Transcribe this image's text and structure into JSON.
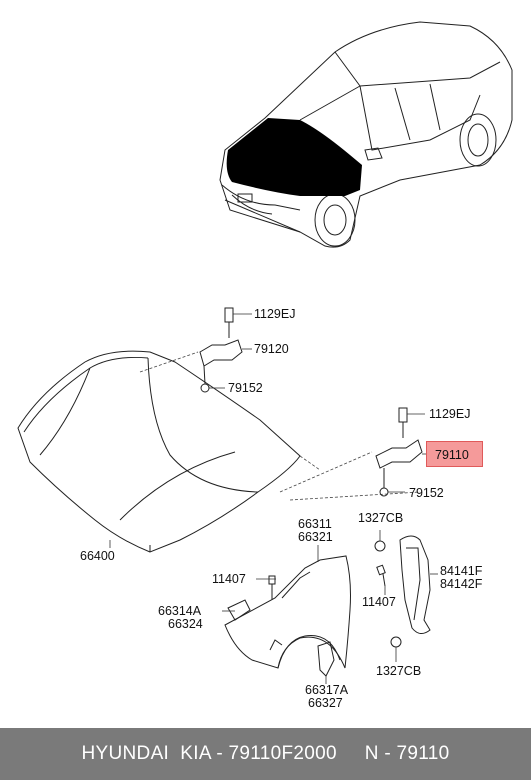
{
  "parts": {
    "bolt_upper_left": "1129EJ",
    "hinge_left": "79120",
    "nut_left": "79152",
    "bolt_right": "1129EJ",
    "hinge_right": "79110",
    "nut_right": "79152",
    "hood": "66400",
    "fender_1": "66311",
    "fender_2": "66321",
    "clip_top": "1327CB",
    "bolt_fender": "11407",
    "bolt_fender_2": "11407",
    "bracket_1": "66314A",
    "bracket_2": "66324",
    "liner_1": "84141F",
    "liner_2": "84142F",
    "clip_bottom": "1327CB",
    "bracket_low_1": "66317A",
    "bracket_low_2": "66327"
  },
  "highlight_color": "#f59a9a",
  "footer": {
    "text": "HYUNDAI  KIA - 79110F2000     N - 79110"
  }
}
